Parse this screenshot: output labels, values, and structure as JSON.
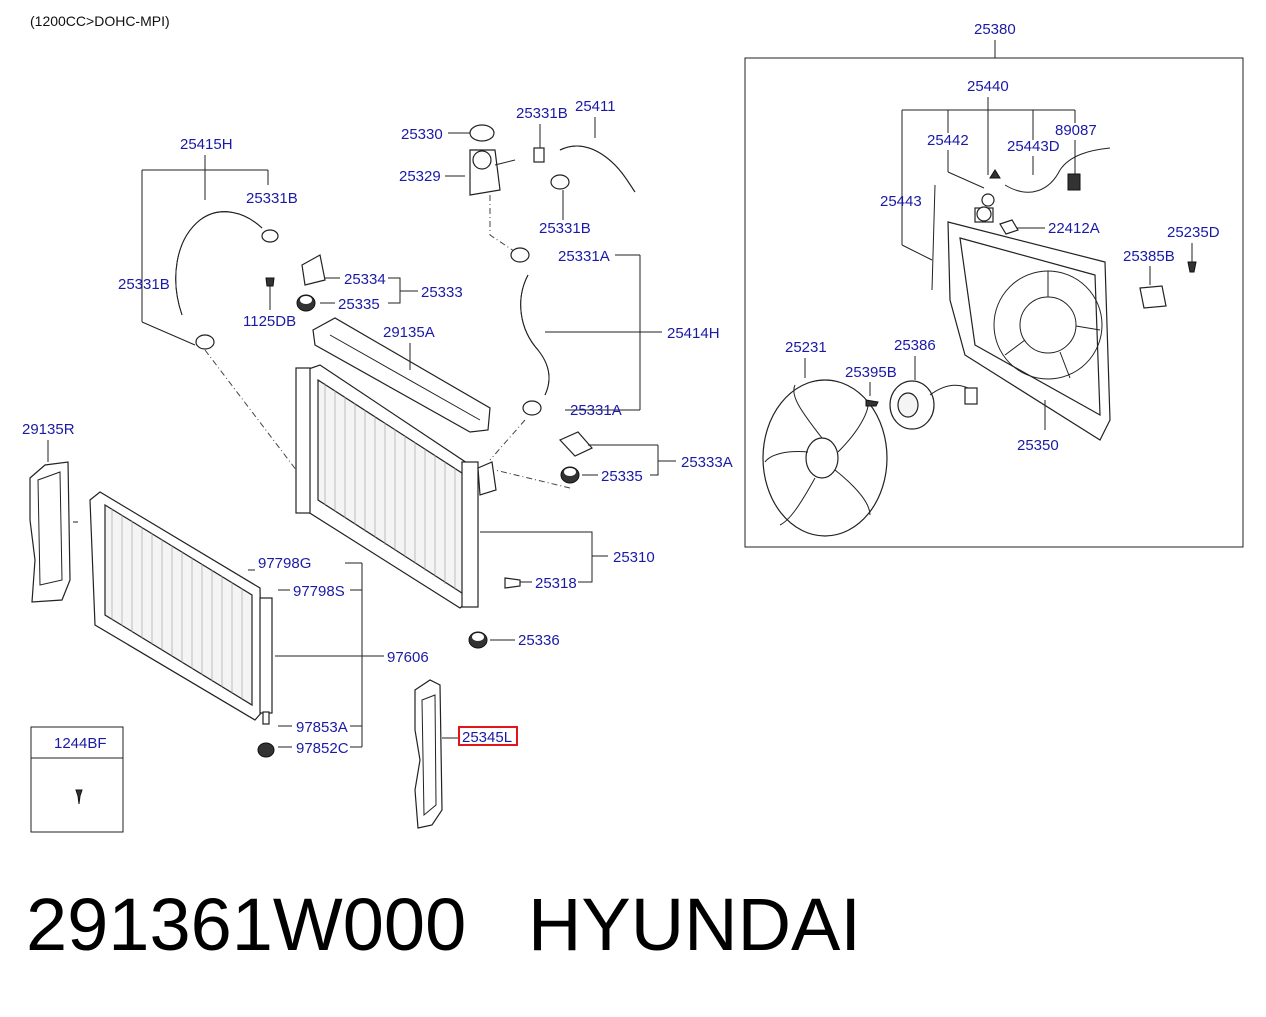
{
  "diagram": {
    "header": "(1200CC>DOHC-MPI)",
    "labels": {
      "l25380": "25380",
      "l25440": "25440",
      "l25442": "25442",
      "l25443d": "25443D",
      "l89087": "89087",
      "l25443": "25443",
      "l22412a": "22412A",
      "l25235d": "25235D",
      "l25385b": "25385B",
      "l25231": "25231",
      "l25386": "25386",
      "l25395b": "25395B",
      "l25350": "25350",
      "l25415h": "25415H",
      "l25331b_a": "25331B",
      "l25331b_b": "25331B",
      "l25330": "25330",
      "l25331b_c": "25331B",
      "l25411": "25411",
      "l25329": "25329",
      "l25331b_d": "25331B",
      "l25331a_a": "25331A",
      "l25334": "25334",
      "l25333": "25333",
      "l25335_a": "25335",
      "l1125db": "1125DB",
      "l29135a": "29135A",
      "l25414h": "25414H",
      "l25331a_b": "25331A",
      "l29135r": "29135R",
      "l25333a": "25333A",
      "l25335_b": "25335",
      "l25310": "25310",
      "l97798g": "97798G",
      "l97798s": "97798S",
      "l25318": "25318",
      "l97606": "97606",
      "l25336": "25336",
      "l1244bf": "1244BF",
      "l97853a": "97853A",
      "l25345l": "25345L",
      "l97852c": "97852C"
    },
    "highlight_color": "#e0161b",
    "label_color": "#1a1aa6"
  },
  "footer": {
    "part_number": "291361W000",
    "brand": "HYUNDAI"
  }
}
